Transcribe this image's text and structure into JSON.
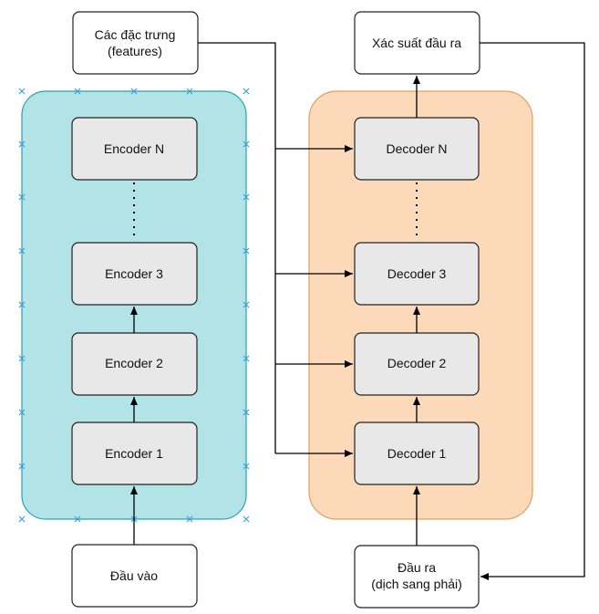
{
  "diagram": {
    "features_box": {
      "line1": "Các đặc trưng",
      "line2": "(features)"
    },
    "output_prob_box": {
      "label": "Xác suất đầu ra"
    },
    "input_box": {
      "label": "Đầu vào"
    },
    "shifted_output_box": {
      "line1": "Đầu ra",
      "line2": "(dịch sang phải)"
    },
    "encoders": {
      "n": "Encoder N",
      "e3": "Encoder 3",
      "e2": "Encoder 2",
      "e1": "Encoder 1"
    },
    "decoders": {
      "n": "Decoder N",
      "d3": "Decoder 3",
      "d2": "Decoder 2",
      "d1": "Decoder 1"
    },
    "colors": {
      "encoder_stack_fill": "#b2e3e6",
      "encoder_stack_stroke": "#2aa3ad",
      "decoder_stack_fill": "#fcd9b8",
      "decoder_stack_stroke": "#e0a060",
      "block_fill": "#e8e8e8",
      "block_stroke": "#222222",
      "arrow": "#000000"
    }
  }
}
